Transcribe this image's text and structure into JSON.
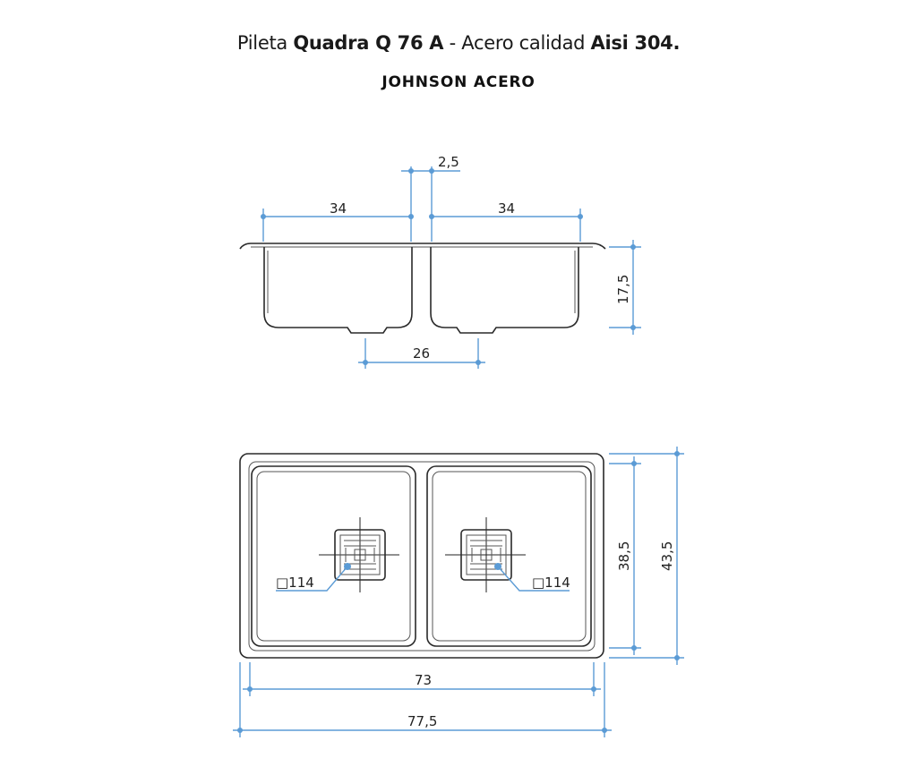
{
  "header": {
    "title_prefix": "Pileta ",
    "title_model": "Quadra Q 76 A",
    "title_mid": " - Acero calidad ",
    "title_material": "Aisi 304.",
    "brand": "JOHNSON ACERO"
  },
  "side_view": {
    "dim_gap": "2,5",
    "dim_bowl_left": "34",
    "dim_bowl_right": "34",
    "dim_depth": "17,5",
    "dim_drain_spacing": "26"
  },
  "top_view": {
    "drain_left_label": "□114",
    "drain_right_label": "□114",
    "dim_inner_height": "38,5",
    "dim_outer_height": "43,5",
    "dim_inner_width": "73",
    "dim_outer_width": "77,5"
  },
  "colors": {
    "dimension_lines": "#5b9bd5",
    "outline": "#2a2a2a"
  }
}
